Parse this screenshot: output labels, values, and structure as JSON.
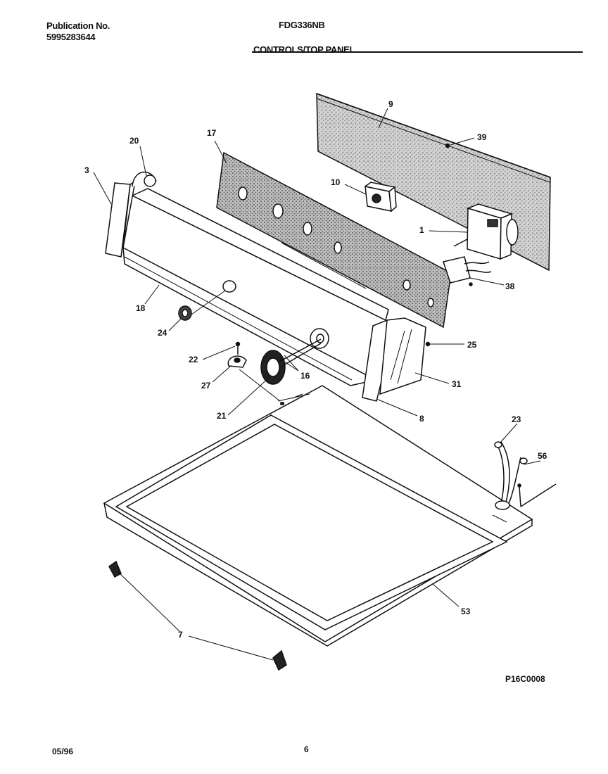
{
  "header": {
    "publication_label": "Publication No.",
    "publication_number": "5995283644",
    "model": "FDG336NB",
    "section_title": "CONTROLS/TOP PANEL"
  },
  "footer": {
    "diagram_code": "P16C0008",
    "date": "05/96",
    "page_number": "6"
  },
  "callouts": [
    "9",
    "39",
    "17",
    "20",
    "3",
    "10",
    "1",
    "38",
    "18",
    "24",
    "25",
    "22",
    "27",
    "16",
    "31",
    "21",
    "8",
    "23",
    "56",
    "53",
    "7"
  ]
}
